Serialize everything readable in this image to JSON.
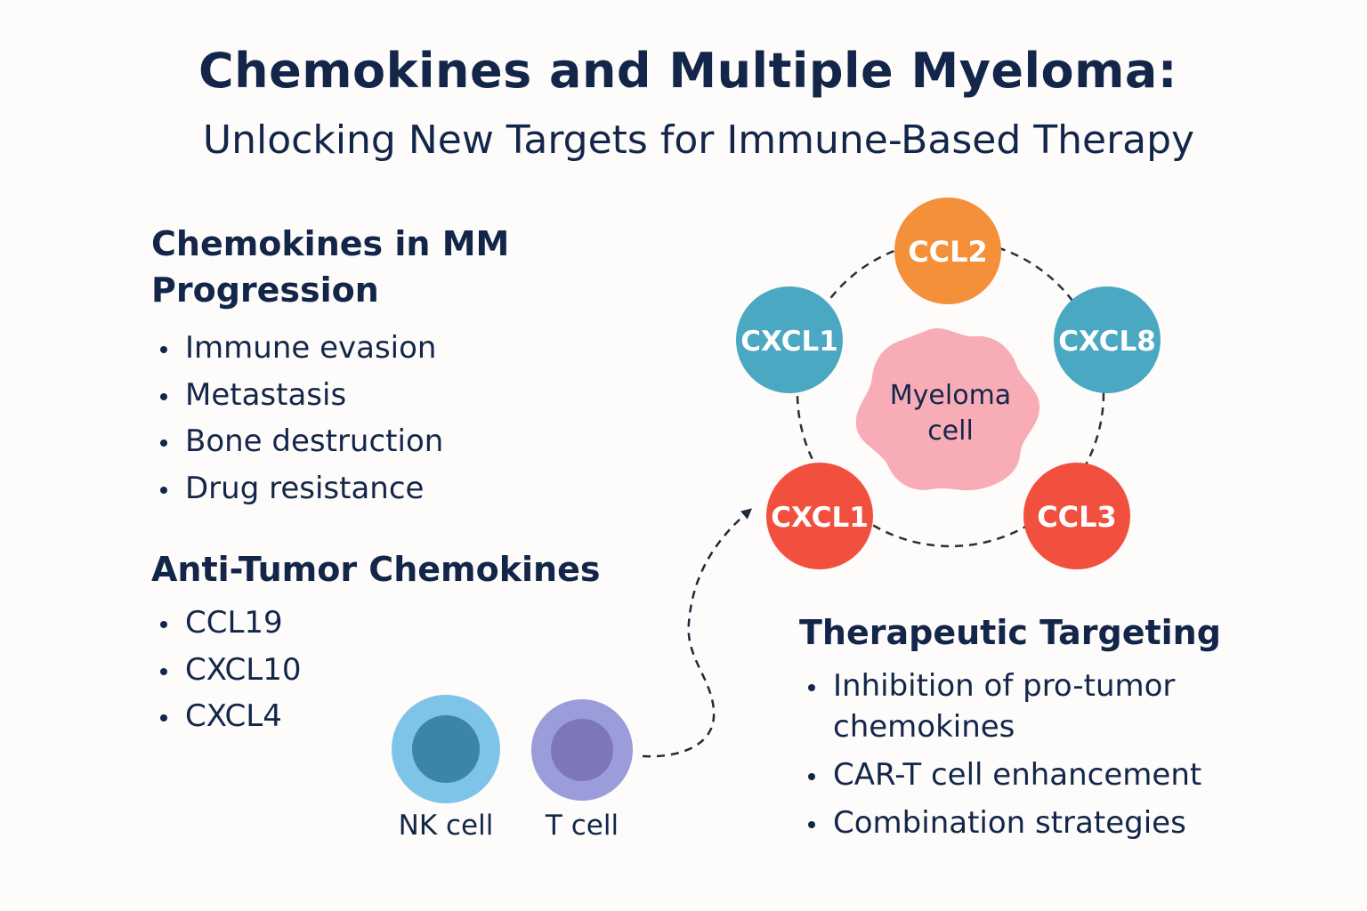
{
  "title": "Chemokines and Multiple Myeloma:",
  "subtitle": "Unlocking New Targets for Immune-Based Therapy",
  "progression": {
    "heading_line1": "Chemokines in MM",
    "heading_line2": "Progression",
    "items": [
      "Immune evasion",
      "Metastasis",
      "Bone destruction",
      "Drug resistance"
    ]
  },
  "anti_tumor": {
    "heading": "Anti-Tumor Chemokines",
    "items": [
      "CCL19",
      "CXCL10",
      "CXCL4"
    ]
  },
  "therapeutic": {
    "heading": "Therapeutic Targeting",
    "item1_line1": "Inhibition of pro-tumor",
    "item1_line2": "chemokines",
    "item2": "CAR-T cell enhancement",
    "item3": "Combination strategies"
  },
  "diagram": {
    "center_line1": "Myeloma",
    "center_line2": "cell",
    "nodes": {
      "top": "CCL2",
      "upper_left": "CXCL1",
      "upper_right": "CXCL8",
      "lower_left": "CXCL1",
      "lower_right": "CCL3"
    }
  },
  "immune_cells": {
    "nk": "NK cell",
    "t": "T cell"
  },
  "colors": {
    "text": "#13264a",
    "orange_node": "#f4903a",
    "teal_node": "#4aa8c2",
    "red_node": "#f2503f",
    "myeloma_cell": "#f8acb6",
    "nk_outer": "#7ec4e8",
    "nk_inner": "#3b85a6",
    "t_outer": "#9b9cda",
    "t_inner": "#7d77b8"
  }
}
